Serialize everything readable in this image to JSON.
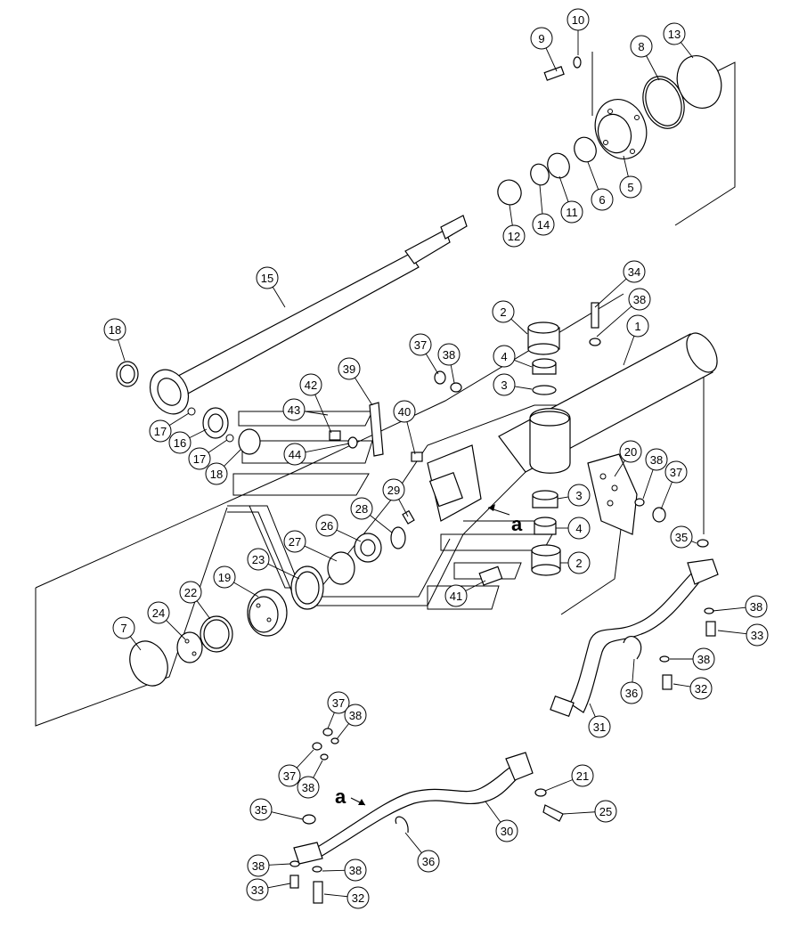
{
  "diagram": {
    "ref_letter": "a",
    "callouts": [
      "1",
      "2",
      "3",
      "4",
      "5",
      "6",
      "7",
      "8",
      "9",
      "10",
      "11",
      "12",
      "13",
      "14",
      "15",
      "16",
      "17",
      "18",
      "19",
      "20",
      "21",
      "22",
      "23",
      "24",
      "25",
      "26",
      "27",
      "28",
      "29",
      "30",
      "31",
      "32",
      "33",
      "34",
      "35",
      "36",
      "37",
      "38",
      "39",
      "40",
      "41",
      "42",
      "43",
      "44"
    ]
  }
}
